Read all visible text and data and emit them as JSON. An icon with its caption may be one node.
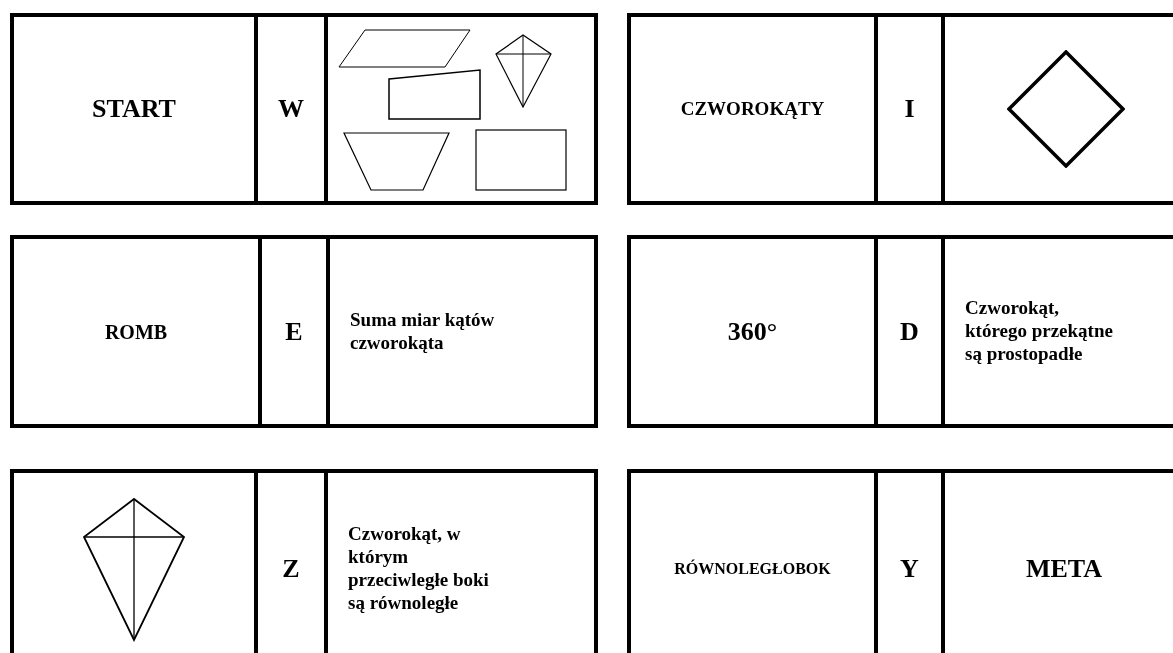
{
  "diagram": {
    "nodes": [
      {
        "text": [],
        "shape": "box"
      },
      {
        "text": [
          "START"
        ],
        "in": 0
      },
      {
        "text": [
          "W"
        ],
        "in": 0
      },
      {
        "text": [],
        "shape": "picture",
        "in": 0
      },
      {
        "text": [],
        "shape": "box"
      },
      {
        "text": [
          "CZWOROKĄTY"
        ],
        "in": 4
      },
      {
        "text": [
          "I"
        ],
        "in": 4
      },
      {
        "text": [],
        "shape": "diamond",
        "in": 4
      },
      {
        "text": [],
        "shape": "box"
      },
      {
        "text": [
          "ROMB"
        ],
        "in": 8
      },
      {
        "text": [
          "E"
        ],
        "in": 8
      },
      {
        "text": [
          "Suma miar kątów czworokąta"
        ],
        "in": 8
      },
      {
        "text": [],
        "shape": "box"
      },
      {
        "text": [
          "360°"
        ],
        "in": 12
      },
      {
        "text": [
          "D"
        ],
        "in": 12
      },
      {
        "text": [
          "Czworokąt, którego przekątne są prostopadłe"
        ],
        "in": 12
      },
      {
        "text": [],
        "shape": "box"
      },
      {
        "text": [],
        "shape": "picture",
        "in": 16
      },
      {
        "text": [
          "Z"
        ],
        "in": 16
      },
      {
        "text": [
          "Czworokąt, w którym przeciwległe boki są równoległe"
        ],
        "in": 16
      },
      {
        "text": [],
        "shape": "box"
      },
      {
        "text": [
          "RÓWNOLEGŁOBOK"
        ],
        "in": 20
      },
      {
        "text": [
          "Y"
        ],
        "in": 20
      },
      {
        "text": [
          "META"
        ],
        "in": 20
      }
    ]
  }
}
